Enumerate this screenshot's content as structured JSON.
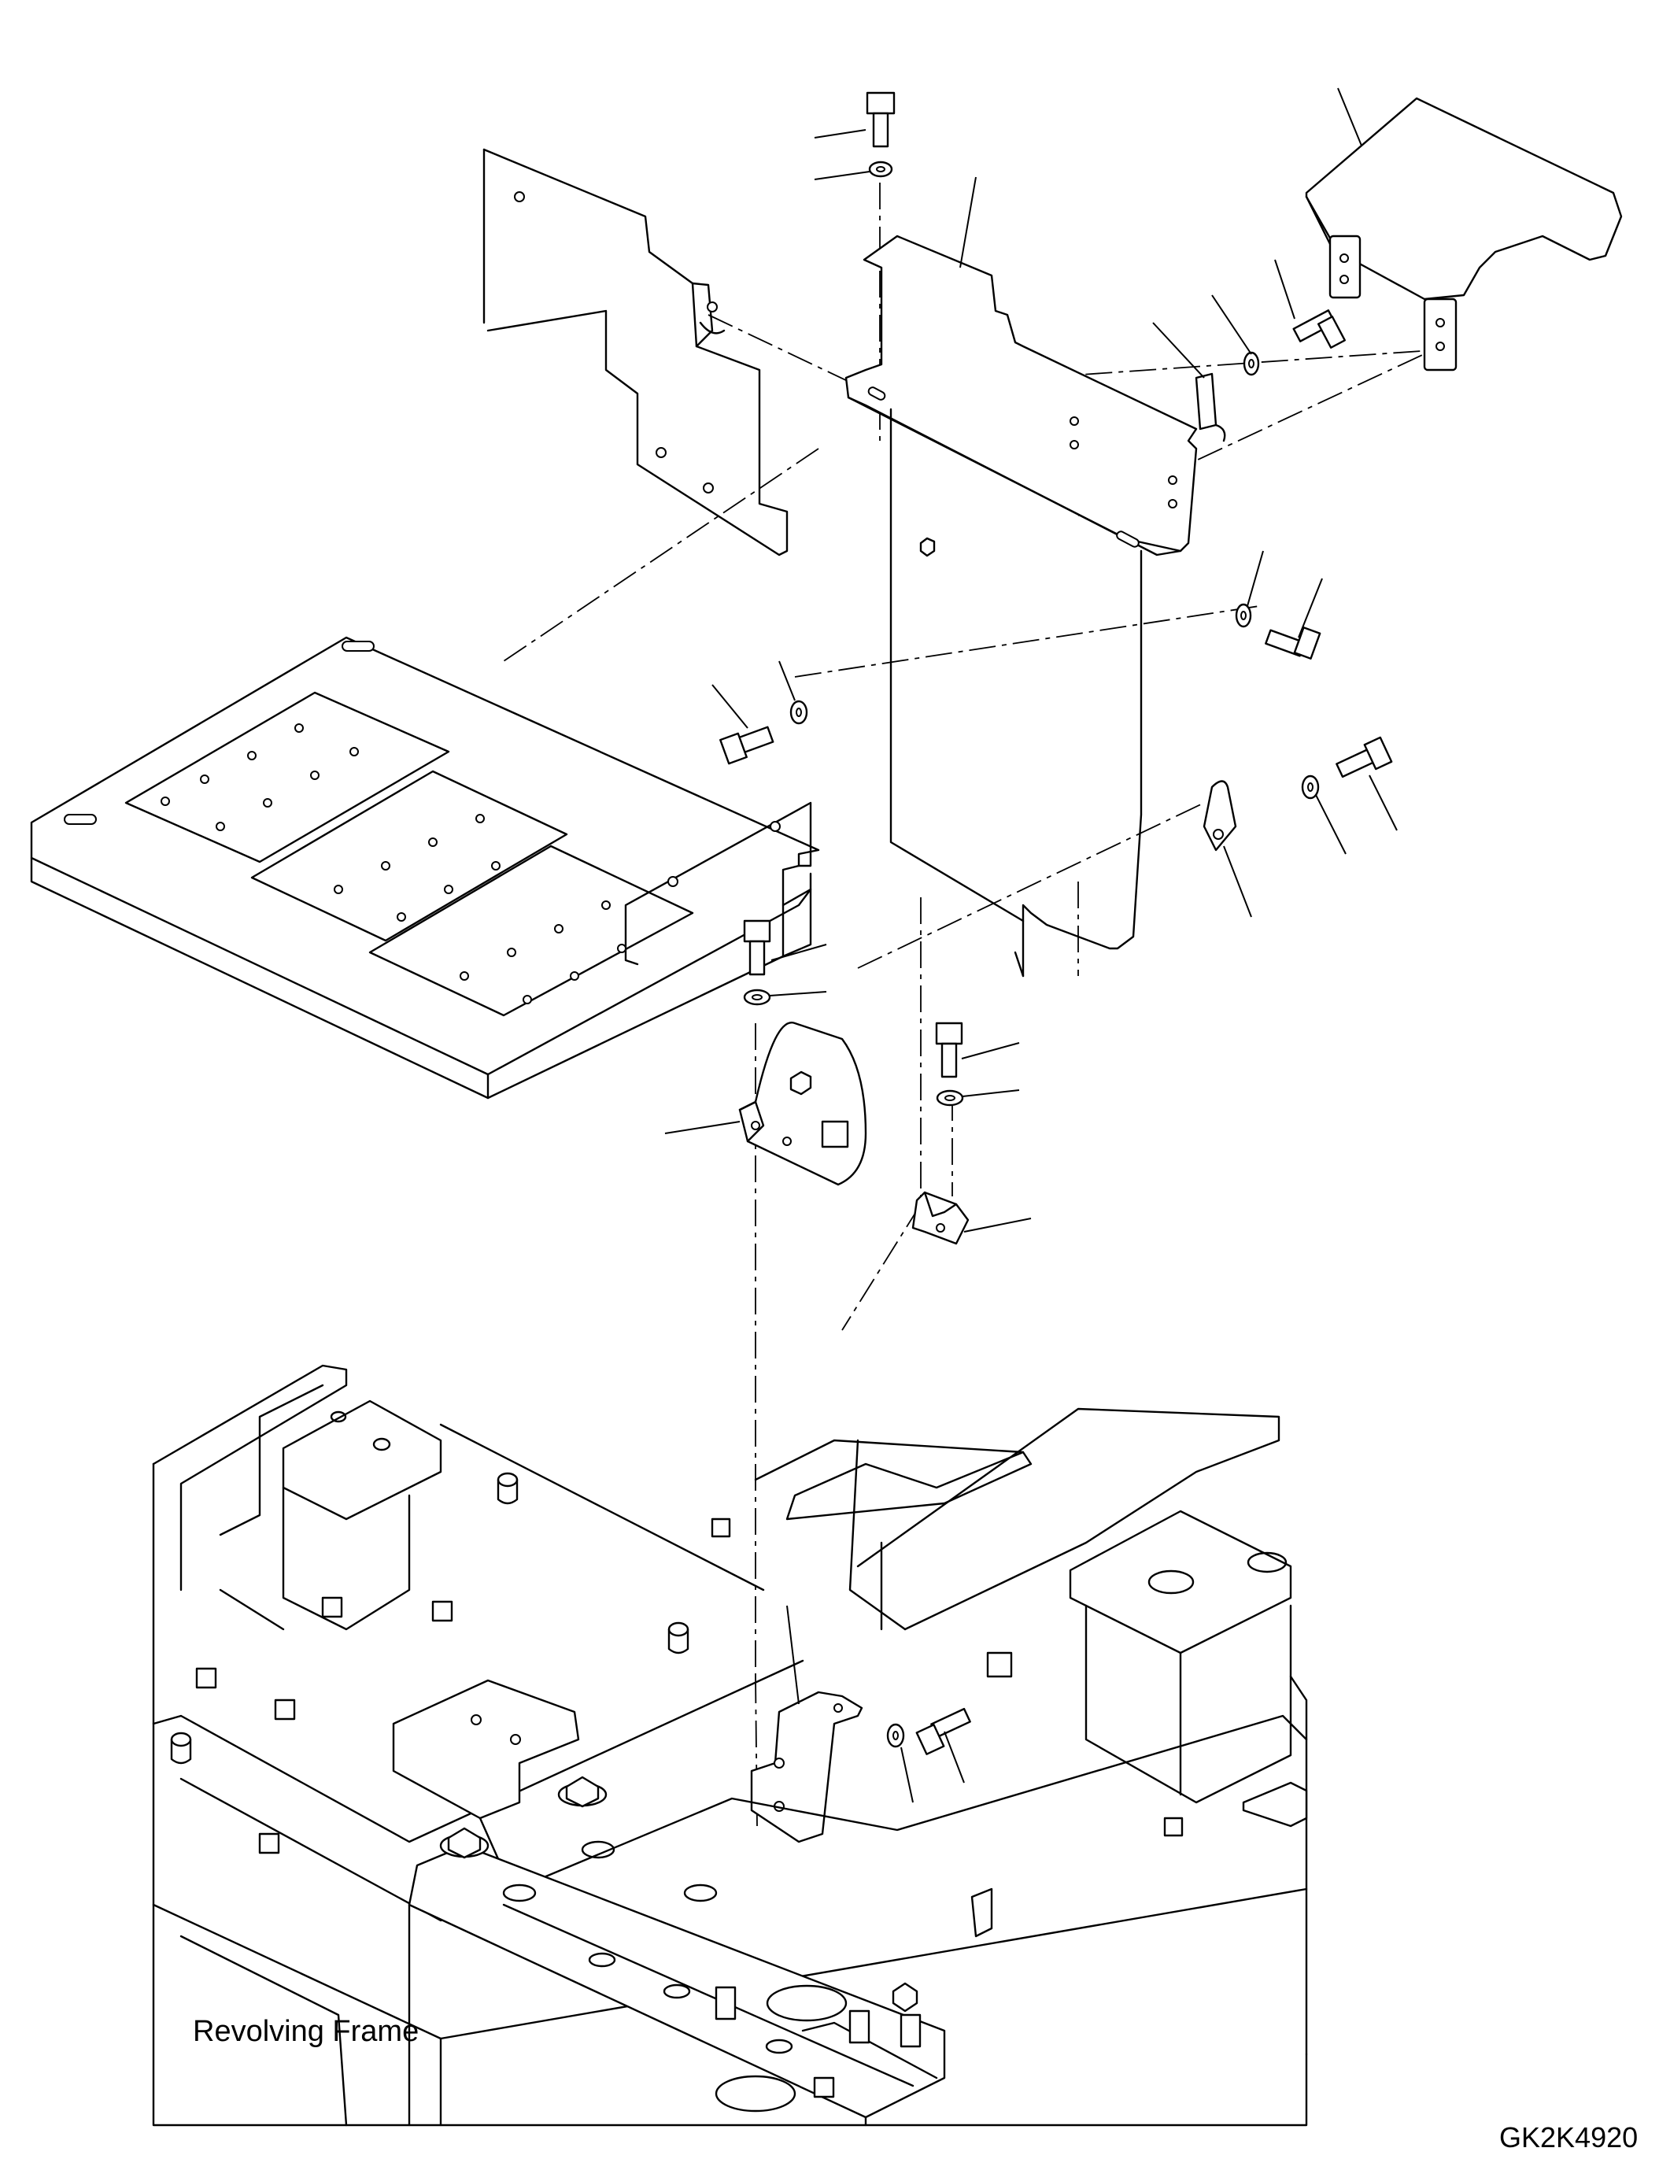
{
  "labels": {
    "frame": "Revolving Frame",
    "drawing_code": "GK2K4920"
  },
  "parts": [
    "upper-cover-plate",
    "hinged-cover",
    "vertical-bracket-panel",
    "left-side-panel",
    "floor-plate",
    "lower-mount-bracket",
    "clip-bracket",
    "lower-frame-bracket",
    "right-clip",
    "bolt",
    "washer",
    "nut",
    "revolving-frame"
  ]
}
